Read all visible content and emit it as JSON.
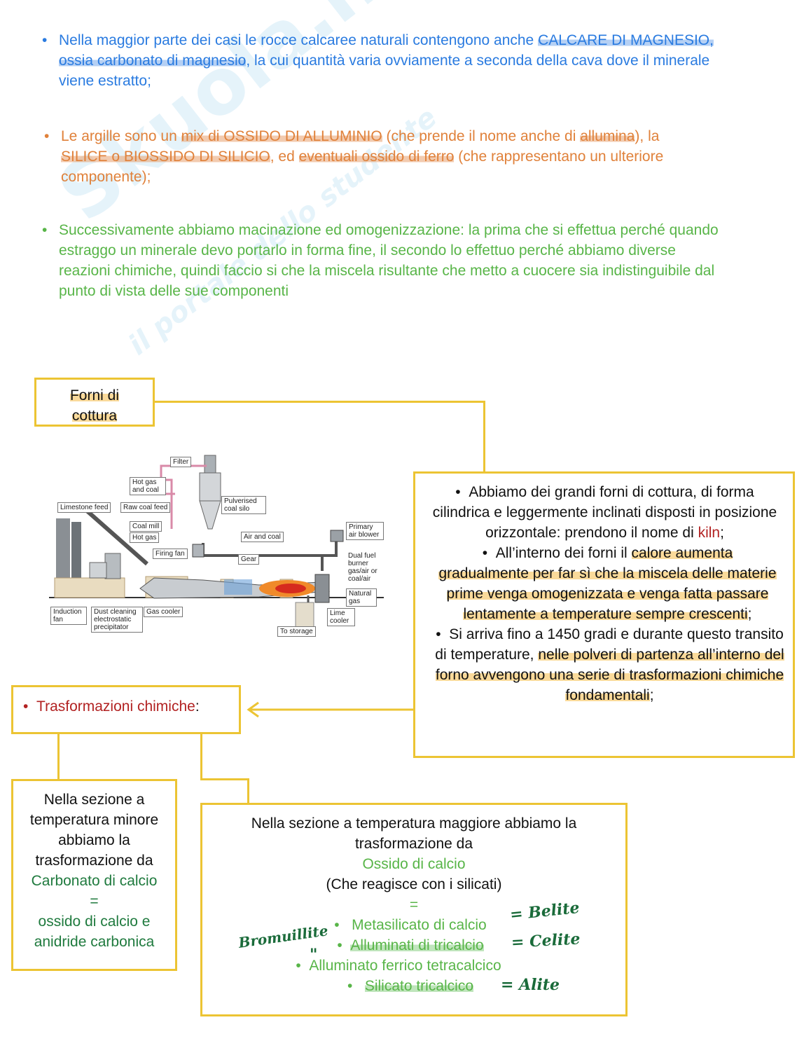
{
  "watermark": {
    "logo": "Skuola.net",
    "tagline": "il portale dello studente"
  },
  "bullet1": {
    "pre": "Nella maggior parte dei casi le rocce calcaree naturali contengono anche ",
    "highlight1": "CALCARE DI MAGNESIO, ossia carbonato di magnesio",
    "post": ", la cui quantità varia ovviamente a seconda della cava dove il minerale viene estratto;"
  },
  "bullet2": {
    "t1": "Le argille sono un ",
    "h1": "mix di OSSIDO DI ALLUMINIO",
    "t2": " (che prende il nome anche di ",
    "h2": "allumina",
    "t3": "), la ",
    "h3": "SILICE o BIOSSIDO DI SILICIO",
    "t4": ", ed ",
    "h4": "eventuali ossido di ferro",
    "t5": " (che rappresentano un ulteriore componente);"
  },
  "bullet3": {
    "text": "Successivamente abbiamo macinazione ed omogenizzazione: la prima che si effettua perché quando estraggo un minerale devo portarlo in forma fine, il secondo lo effettuo perché abbiamo diverse reazioni chimiche, quindi faccio si che la miscela risultante che metto a cuocere sia indistinguibile dal punto di vista delle sue componenti"
  },
  "forni_box": {
    "line1": "Forni di",
    "line2": "cottura"
  },
  "diagram": {
    "labels": [
      "Filter",
      "Hot gas and coal",
      "Limestone feed",
      "Raw coal feed",
      "Pulverised coal silo",
      "Coal mill",
      "Hot gas",
      "Firing fan",
      "Air and coal",
      "Primary air blower",
      "Gear",
      "Dual fuel burner gas/air or coal/air",
      "Natural gas",
      "Induction fan",
      "Dust cleaning electrostatic precipitator",
      "Gas cooler",
      "Lime cooler",
      "To storage"
    ]
  },
  "kiln_box": {
    "b1_pre": "Abbiamo dei grandi forni di cottura, di forma cilindrica e leggermente inclinati disposti in posizione orizzontale: prendono il nome di ",
    "b1_red": "kiln",
    "b1_post": ";",
    "b2_pre": "All’interno dei forni il ",
    "b2_hl": "calore aumenta gradualmente per far sì che la miscela delle materie prime venga omogenizzata e venga fatta passare lentamente a temperature sempre crescenti",
    "b2_post": ";",
    "b3_pre": "Si arriva fino a 1450 gradi e durante questo transito di temperature, ",
    "b3_hl": "nelle polveri di partenza all’interno del forno avvengono una serie di trasformazioni chimiche fondamentali",
    "b3_post": ";"
  },
  "trasf_box": {
    "label": "Trasformazioni chimiche",
    "colon": ":"
  },
  "low_box": {
    "lines": [
      "Nella sezione a",
      "temperatura minore",
      "abbiamo la",
      "trasformazione da"
    ],
    "green1": "Carbonato di calcio",
    "eq": "=",
    "green2": "ossido di calcio e",
    "green3": "anidride carbonica"
  },
  "high_box": {
    "line1": "Nella sezione a temperatura maggiore abbiamo la",
    "line2": "trasformazione da",
    "green1": "Ossido di calcio",
    "line3": "(Che reagisce con i silicati)",
    "eq": "=",
    "items": [
      "Metasilicato di calcio",
      "Alluminati di tricalcio",
      "Alluminato ferrico tetracalcico",
      "Silicato tricalcico"
    ]
  },
  "handwriting": {
    "belite": "= Belite",
    "celite": "= Celite",
    "alite": "= Alite",
    "brownmillerite": "Bromuillite",
    "ditto": "\""
  }
}
